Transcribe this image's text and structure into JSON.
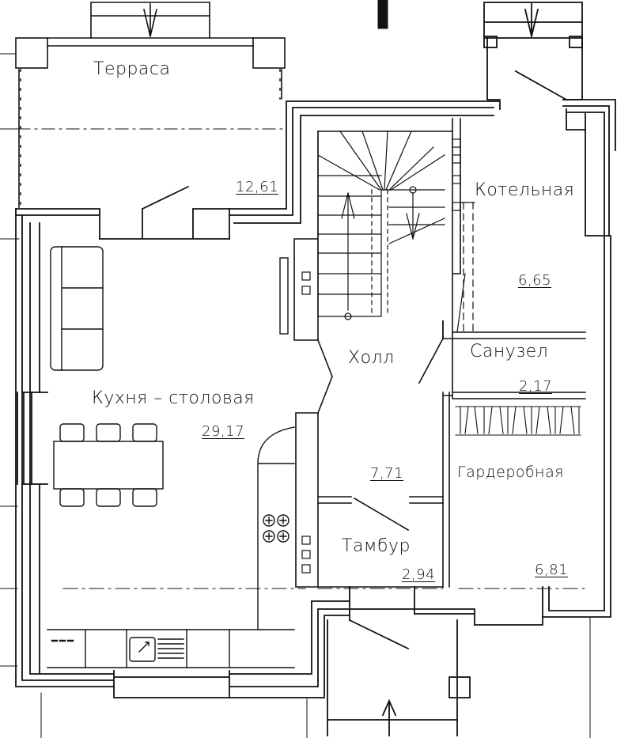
{
  "rooms": {
    "terrace": {
      "name": "Терраса",
      "area": "12,61"
    },
    "boiler": {
      "name": "Котельная",
      "area": "6,65"
    },
    "kitchen": {
      "name": "Кухня – столовая",
      "area": "29,17"
    },
    "hall": {
      "name": "Холл",
      "area": "7,71"
    },
    "bathroom": {
      "name": "Санузел",
      "area": "2,17"
    },
    "wardrobe": {
      "name": "Гардеробная",
      "area": "6,81"
    },
    "vestibule": {
      "name": "Тамбур",
      "area": "2,94"
    }
  },
  "colors": {
    "line": "#111111",
    "background": "#ffffff"
  }
}
